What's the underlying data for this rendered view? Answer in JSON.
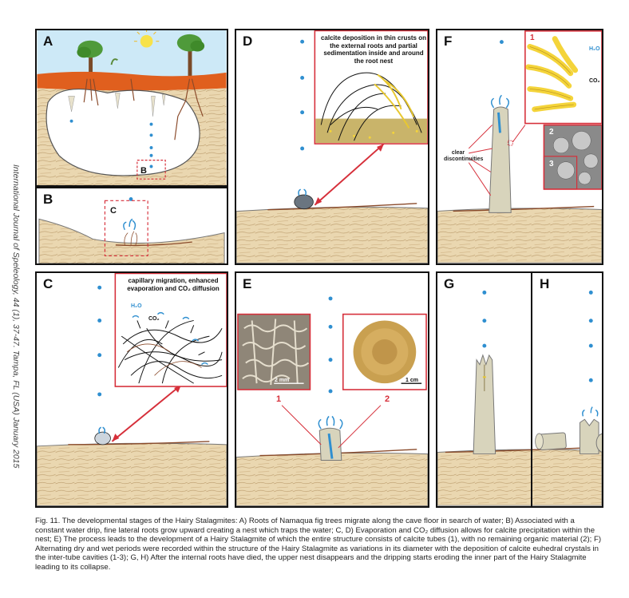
{
  "citation": "International Journal of Speleology, 44 (1), 37-47. Tampa, FL (USA) January 2015",
  "panels": {
    "A": {
      "label": "A",
      "inset_label": "B"
    },
    "B": {
      "label": "B",
      "inset_label": "C"
    },
    "C": {
      "label": "C",
      "callout": "capillary migration, enhanced evaporation and CO₂ diffusion",
      "labels": {
        "h2o": "H₂O",
        "co2": "CO₂"
      }
    },
    "D": {
      "label": "D",
      "callout": "calcite deposition in thin crusts on the external roots and partial sedimentation inside and around the root nest"
    },
    "E": {
      "label": "E",
      "scale_left": "2 mm",
      "scale_right": "1 cm",
      "num1": "1",
      "num2": "2"
    },
    "F": {
      "label": "F",
      "discontinuities": "clear discontinuities",
      "num1": "1",
      "num2": "2",
      "num3": "3",
      "h2o": "H₂O",
      "co2": "CO₂"
    },
    "G": {
      "label": "G"
    },
    "H": {
      "label": "H"
    }
  },
  "caption": {
    "text": "Fig. 11. The developmental stages of the Hairy Stalagmites: A) Roots of Namaqua fig trees migrate along the cave floor in search of water; B) Associated with a constant  water drip, fine lateral roots grow upward creating a nest which traps the water; C, D) Evaporation and CO₂ diffusion allows for calcite precipitation within the nest; E) The process leads to the development of a Hairy Stalagmite of which the entire structure consists of calcite tubes (1), with no remaining organic material (2); F) Alternating dry and wet periods were recorded within the structure of the Hairy Stalagmite as variations in its diameter with the deposition of calcite euhedral crystals in the inter-tube cavities (1-3); G, H) After the internal roots have died, the upper nest disappears and the dripping starts eroding the inner part of the Hairy Stalagmite leading to its collapse."
  },
  "colors": {
    "rock": "#ead7b0",
    "rock_line": "#9a7a4a",
    "soil": "#e05f1e",
    "sky": "#cde9f7",
    "drop": "#2f8fd0",
    "accent_red": "#d62f3a",
    "root": "#8a4a2a",
    "tree": "#4f9a3a",
    "calcite": "#d8d4bc",
    "yellow_tube": "#f4d43a"
  }
}
